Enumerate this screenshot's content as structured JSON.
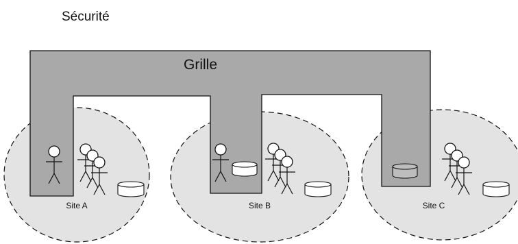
{
  "title": "Sécurité",
  "grid": {
    "label": "Grille"
  },
  "sites": [
    {
      "label": "Site A"
    },
    {
      "label": "Site B"
    },
    {
      "label": "Site C"
    }
  ],
  "colors": {
    "grid_fill": "#a9a9a9",
    "site_fill": "#e3e3e3",
    "outline": "#111111"
  },
  "icons": {
    "person": "stick-figure-icon",
    "database": "database-cylinder-icon"
  }
}
